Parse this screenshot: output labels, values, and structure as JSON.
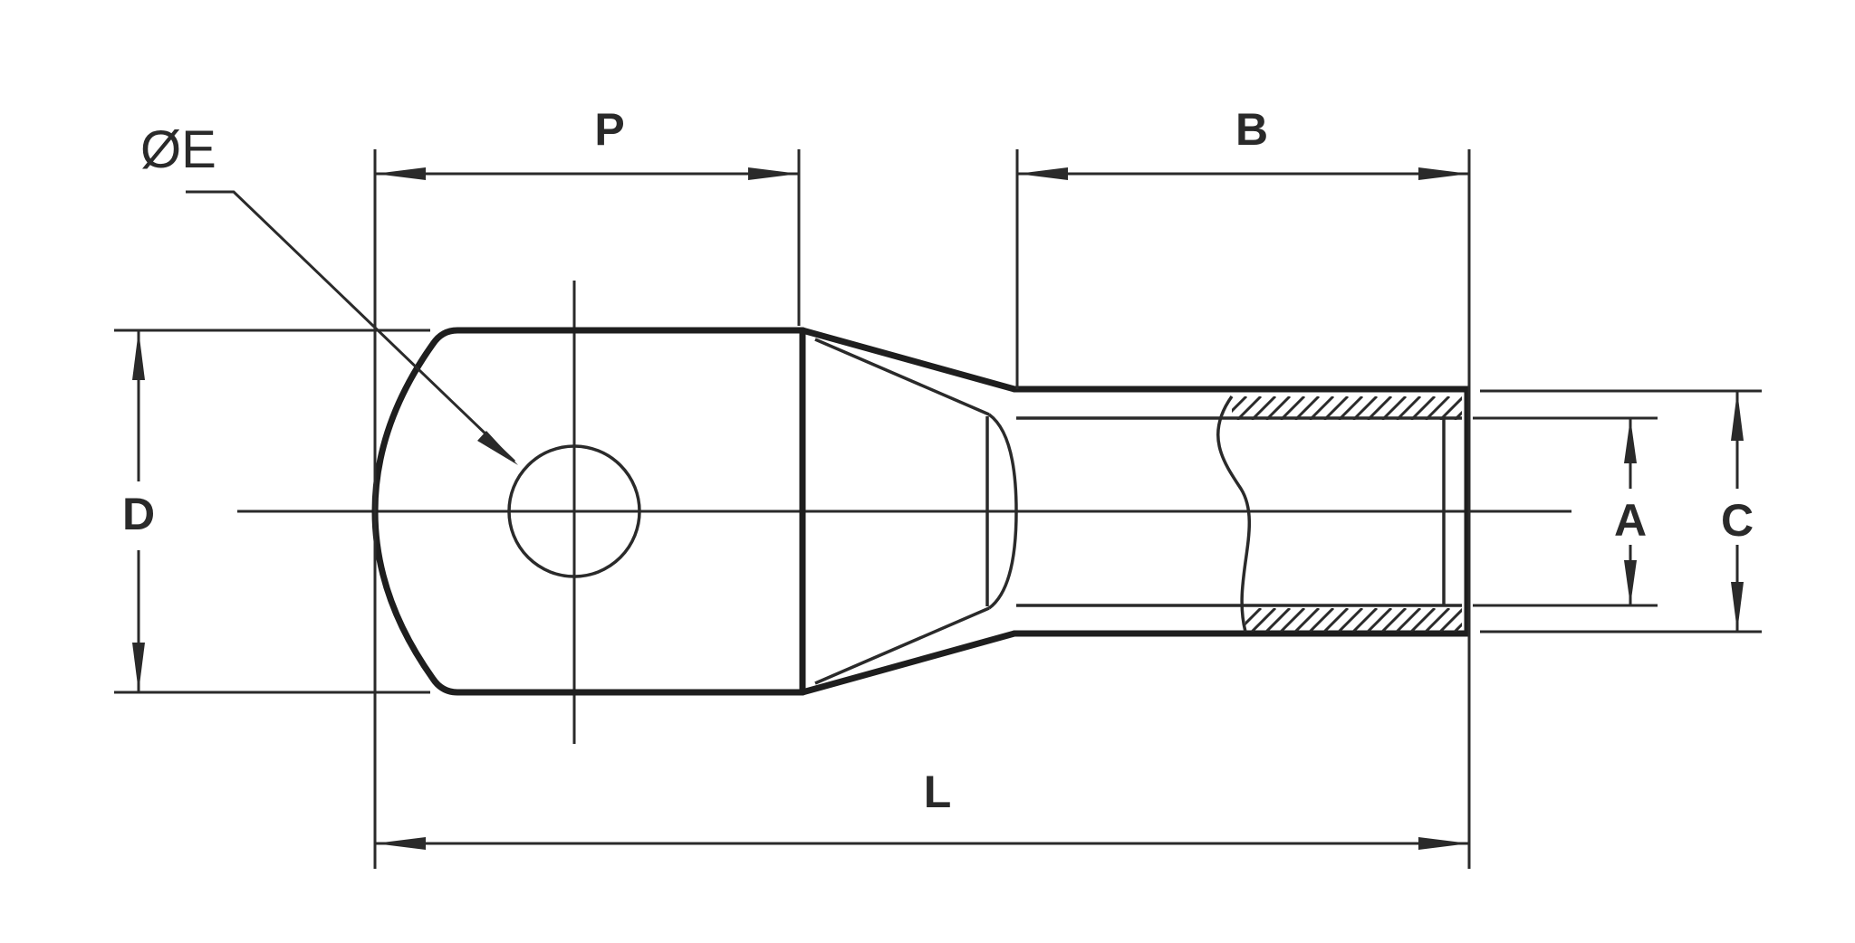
{
  "colors": {
    "background": "#ffffff",
    "ink": "#1e1e1e",
    "dimension_ink": "#2a2a2a"
  },
  "labels": {
    "hole_diameter": "ØE",
    "pad_length": "P",
    "barrel_length": "B",
    "pad_width": "D",
    "inner_diameter": "A",
    "outer_diameter": "C",
    "total_length": "L"
  }
}
